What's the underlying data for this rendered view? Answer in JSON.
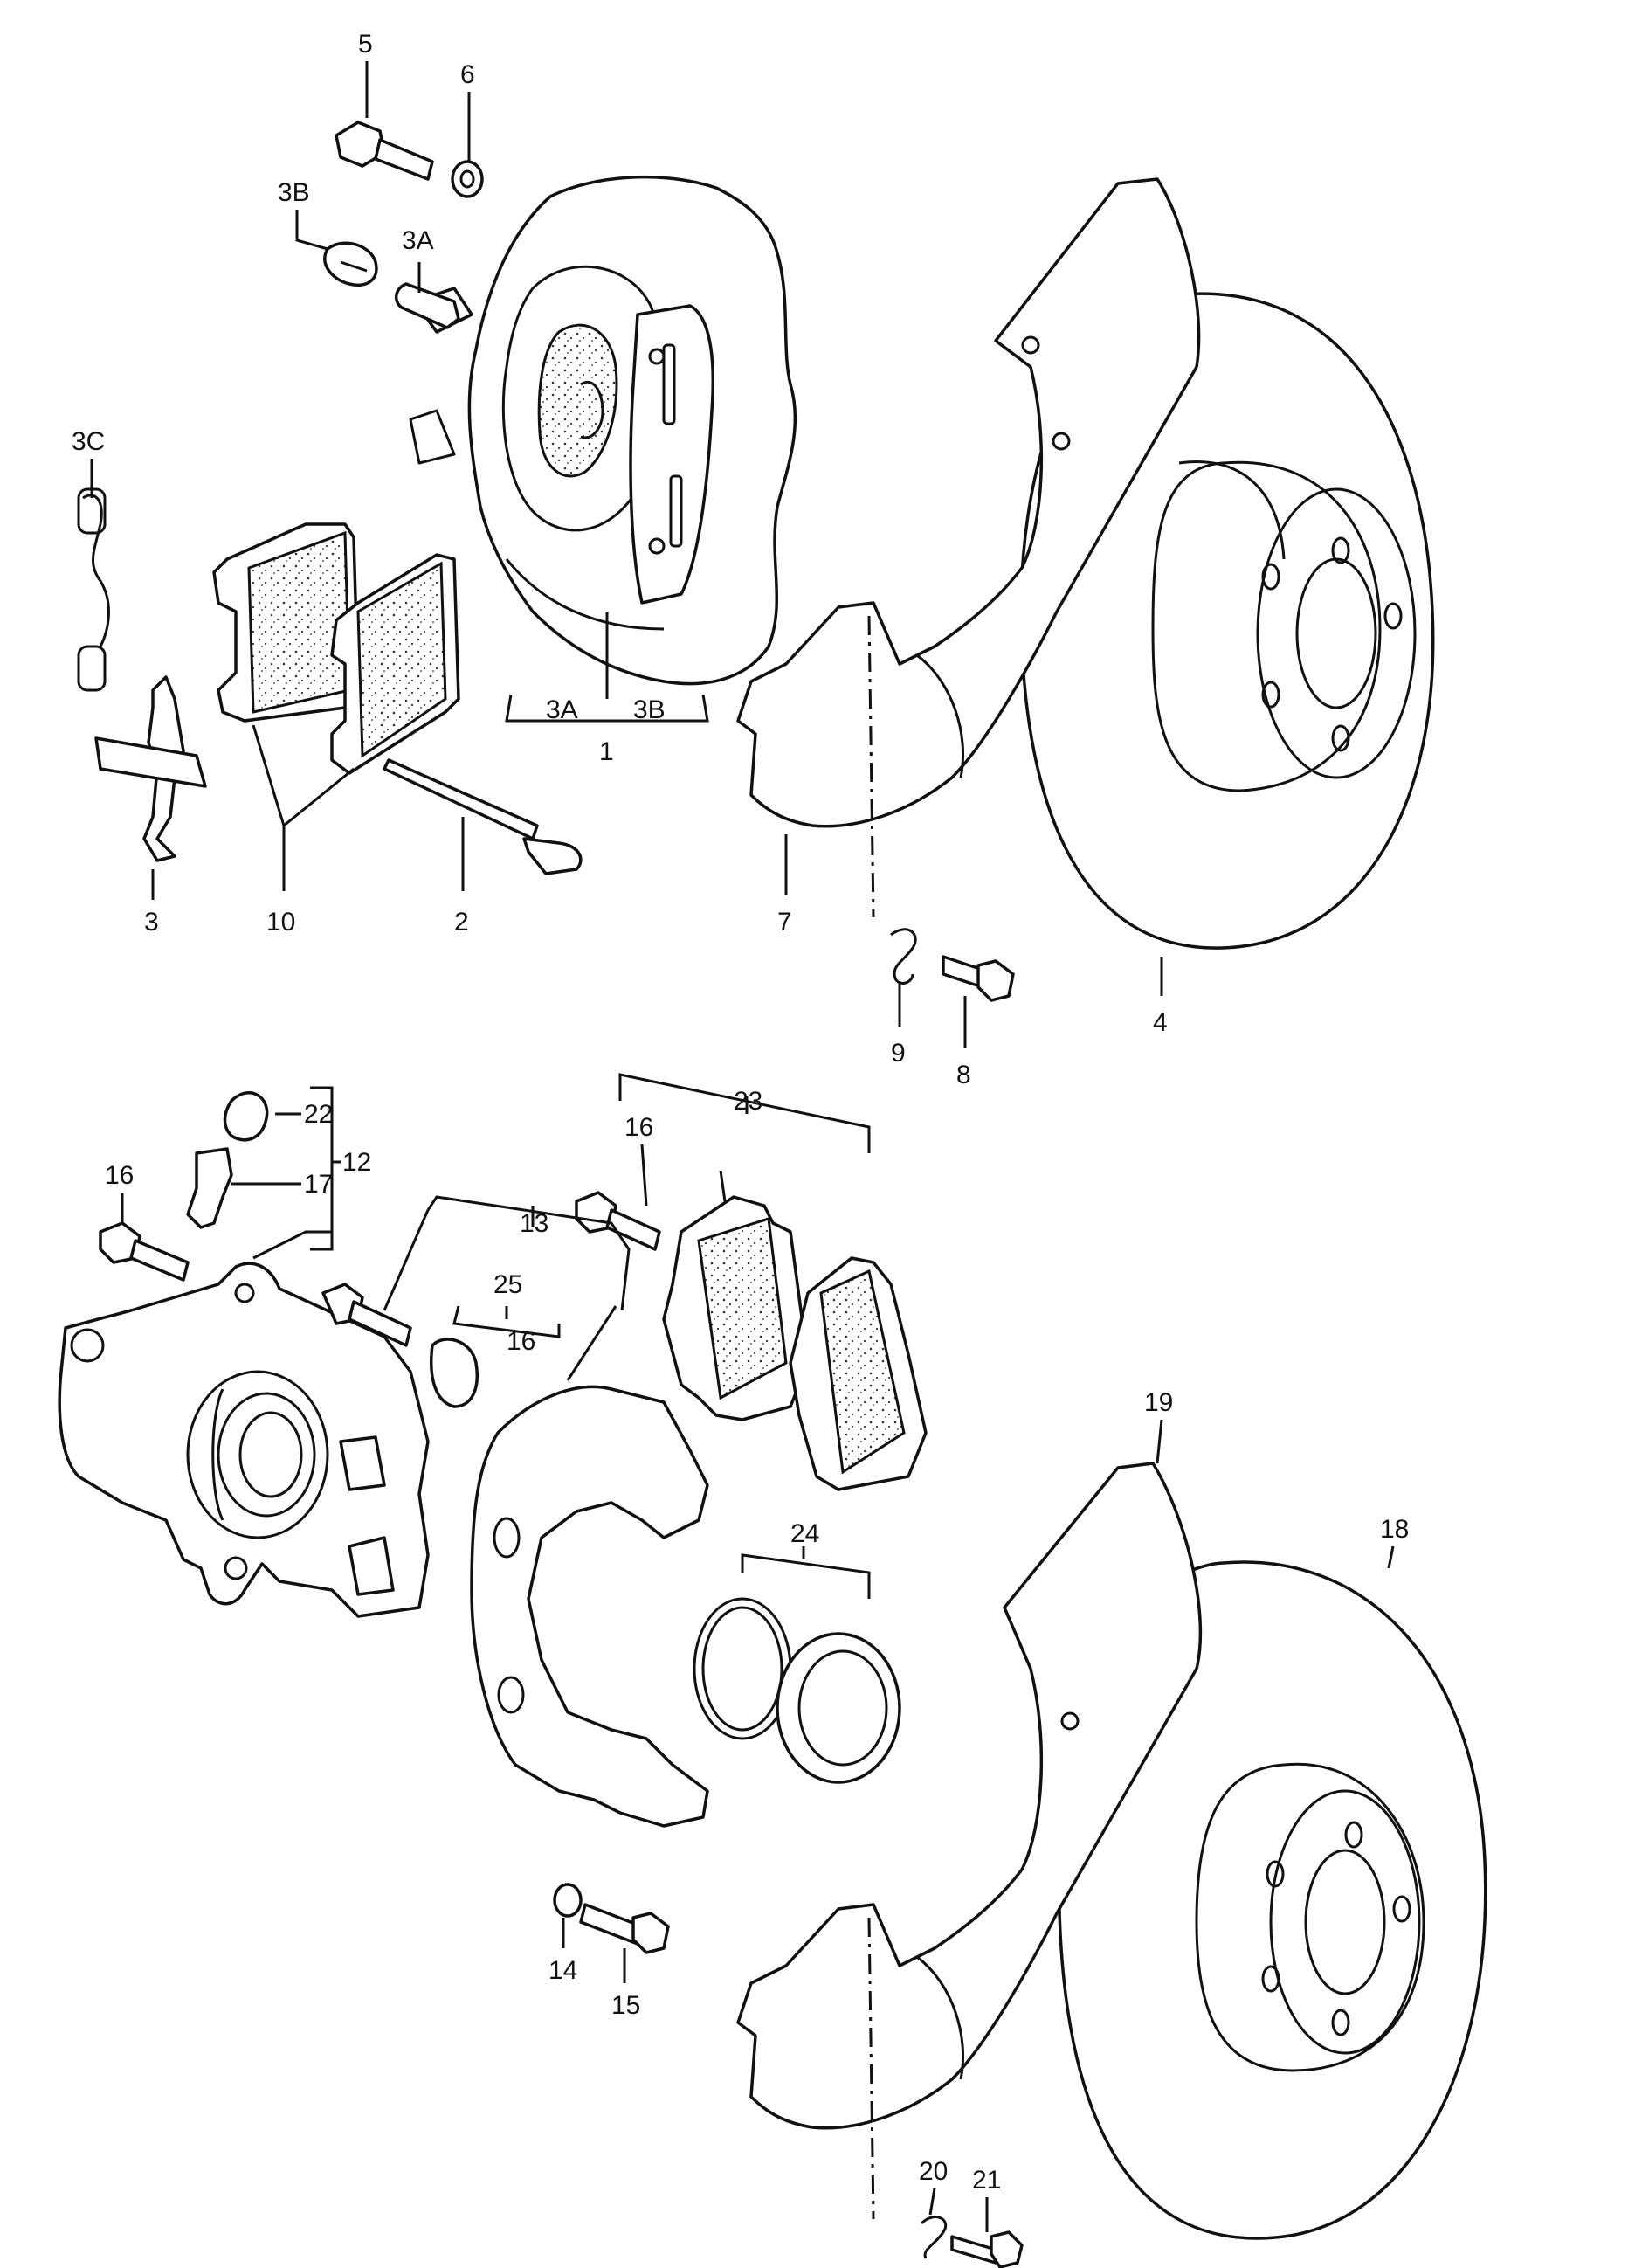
{
  "labels": {
    "l1": "1",
    "l2": "2",
    "l3": "3",
    "l3a": "3A",
    "l3b": "3B",
    "l3c": "3C",
    "l3a_b": "3A",
    "l3b_b": "3B",
    "l4": "4",
    "l5": "5",
    "l6": "6",
    "l7": "7",
    "l8": "8",
    "l9": "9",
    "l10": "10",
    "l12": "12",
    "l13": "13",
    "l14": "14",
    "l15": "15",
    "l16a": "16",
    "l16b": "16",
    "l16c": "16",
    "l17": "17",
    "l18": "18",
    "l19": "19",
    "l20": "20",
    "l21": "21",
    "l22": "22",
    "l23": "23",
    "l24": "24",
    "l25": "25"
  }
}
